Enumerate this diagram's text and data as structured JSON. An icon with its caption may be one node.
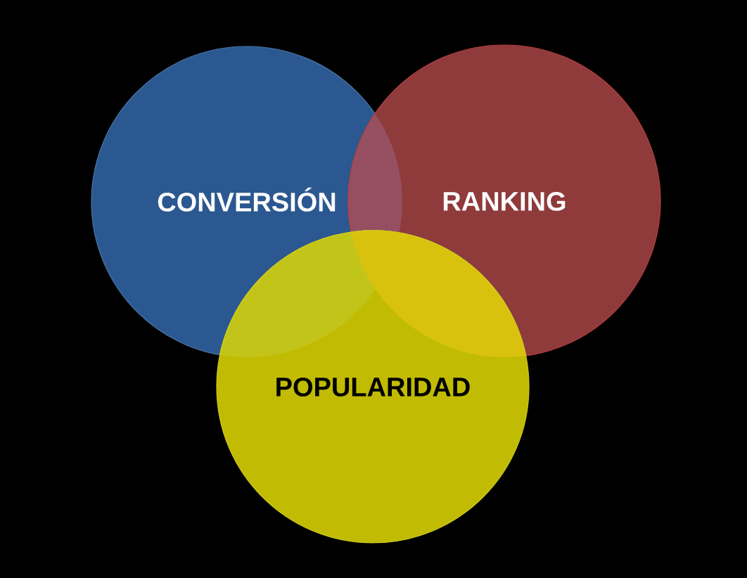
{
  "diagram": {
    "nodes": [
      {
        "text": [
          "CONVERSIÓN"
        ]
      },
      {
        "text": [
          "RANKING"
        ]
      },
      {
        "text": [
          "POPULARIDAD"
        ]
      }
    ]
  }
}
